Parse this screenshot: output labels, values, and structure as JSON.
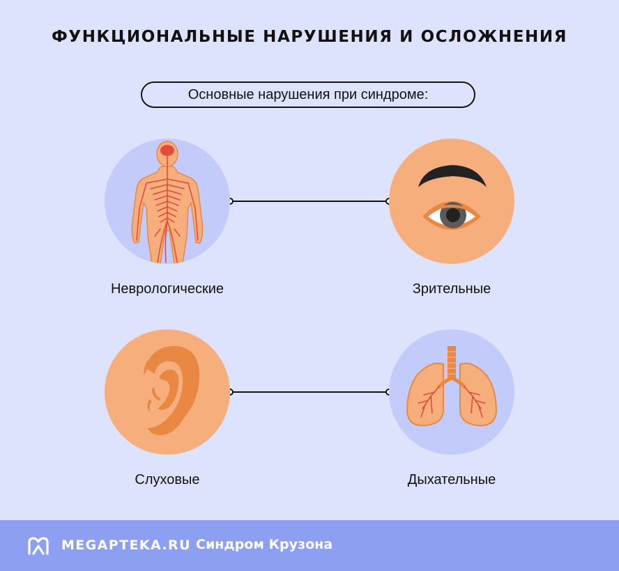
{
  "header": {
    "title": "ФУНКЦИОНАЛЬНЫЕ НАРУШЕНИЯ И ОСЛОЖНЕНИЯ",
    "subtitle": "Основные нарушения при синдроме:"
  },
  "items": [
    {
      "label": "Неврологические",
      "icon": "nervous-system-icon"
    },
    {
      "label": "Зрительные",
      "icon": "eye-icon"
    },
    {
      "label": "Слуховые",
      "icon": "ear-icon"
    },
    {
      "label": "Дыхательные",
      "icon": "lungs-icon"
    }
  ],
  "footer": {
    "brand": "MEGAPTEKA.RU",
    "article": "Синдром Крузона",
    "logo_icon": "megapteka-logo-icon"
  },
  "colors": {
    "background": "#dde3fc",
    "circle_blue": "#c3cbfb",
    "circle_orange": "#f6ae7c",
    "accent_orange": "#e98843",
    "nerve_red": "#e44b3c",
    "footer": "#8d9ff0"
  }
}
